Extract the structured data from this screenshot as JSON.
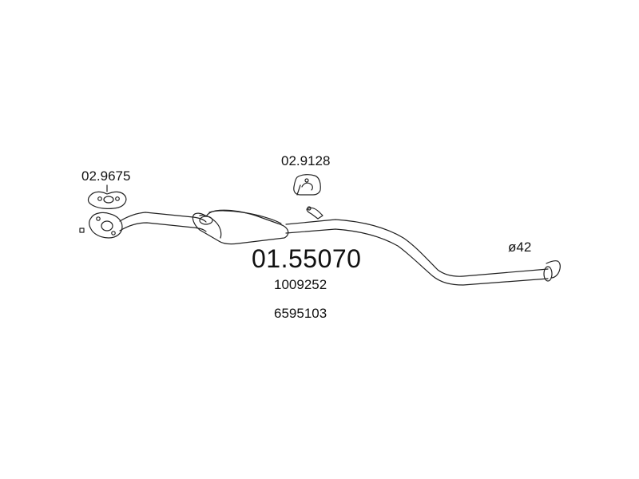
{
  "diagram": {
    "main_part_number": "01.55070",
    "alt_numbers": [
      "1009252",
      "6595103"
    ],
    "gasket_part_number": "02.9675",
    "hanger_part_number": "02.9128",
    "diameter_label": "ø42",
    "line_color": "#222222"
  }
}
